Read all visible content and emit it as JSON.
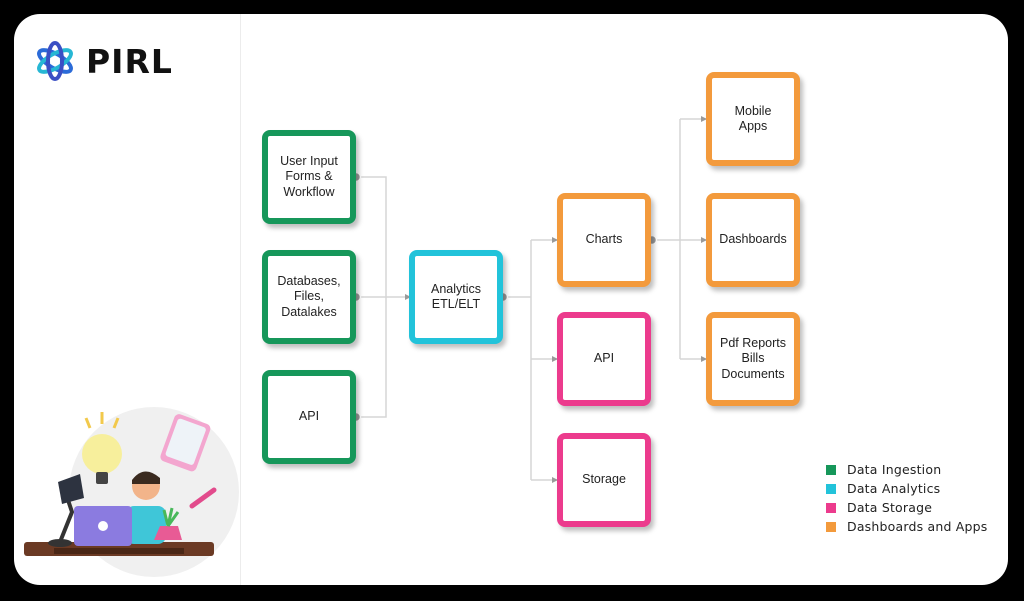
{
  "brand": {
    "name": "PIRL"
  },
  "colors": {
    "ingestion": "#16975A",
    "analytics": "#22C3DA",
    "storage": "#EC3B8D",
    "dashboards": "#F39A3C",
    "connector": "#c9c9c9"
  },
  "nodes": {
    "user_input": "User Input\nForms &\nWorkflow",
    "databases": "Databases,\nFiles,\nDatalakes",
    "api_source": "API",
    "analytics": "Analytics\nETL/ELT",
    "charts": "Charts",
    "api_output": "API",
    "storage": "Storage",
    "mobile_apps": "Mobile\nApps",
    "dashboards": "Dashboards",
    "pdf_reports": "Pdf Reports\nBills\nDocuments"
  },
  "legend": [
    {
      "label": "Data Ingestion",
      "color": "#16975A"
    },
    {
      "label": "Data Analytics",
      "color": "#22C3DA"
    },
    {
      "label": "Data Storage",
      "color": "#EC3B8D"
    },
    {
      "label": "Dashboards and Apps",
      "color": "#F39A3C"
    }
  ]
}
